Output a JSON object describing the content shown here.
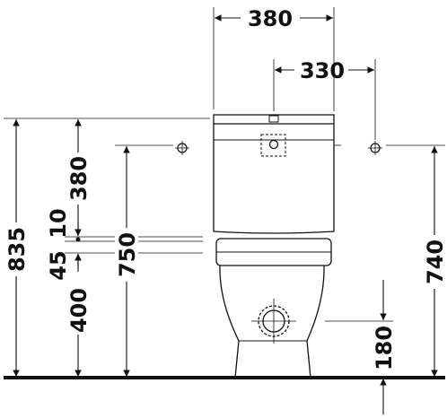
{
  "colors": {
    "line": "#111111",
    "background": "#ffffff"
  },
  "dimensions": {
    "tank_width": "380",
    "bolt_spacing": "330",
    "tank_height": "380",
    "gap": "10",
    "seat_thickness": "45",
    "bowl_height": "400",
    "total_height": "835",
    "seat_height": "750",
    "mounting_height": "740",
    "outlet_height": "180"
  }
}
